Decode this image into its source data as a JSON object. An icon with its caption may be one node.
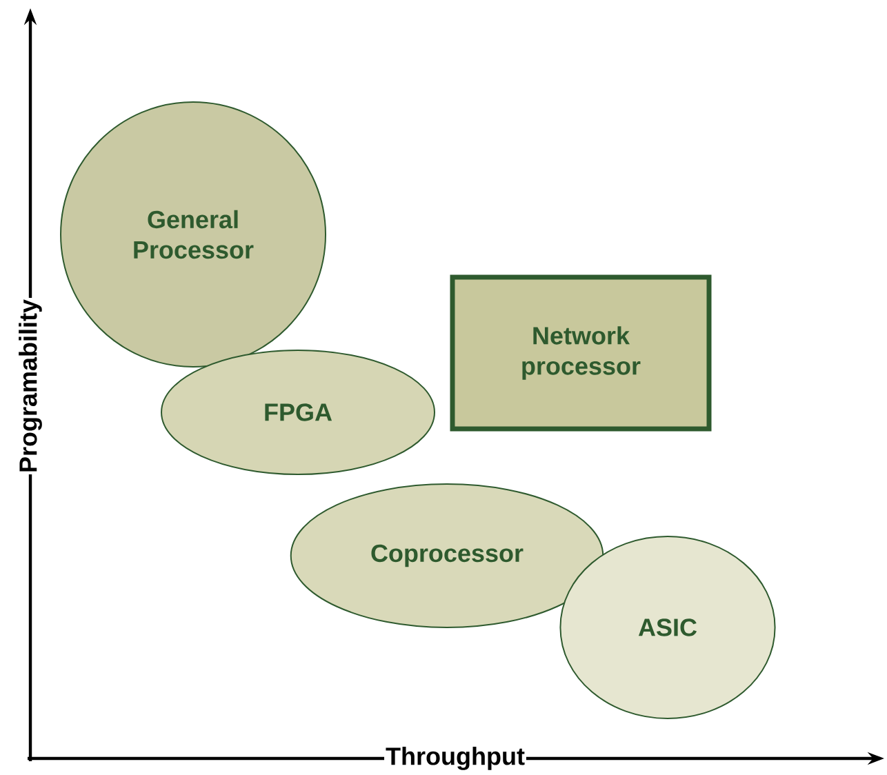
{
  "diagram": {
    "nodes": [
      {
        "text": [
          "General Processor"
        ]
      },
      {
        "text": [
          "Network processor"
        ]
      },
      {
        "text": [
          "FPGA"
        ]
      },
      {
        "text": [
          "Coprocessor"
        ]
      },
      {
        "text": [
          "ASIC"
        ]
      }
    ],
    "labels": [
      "Programability",
      "Throughput"
    ]
  }
}
